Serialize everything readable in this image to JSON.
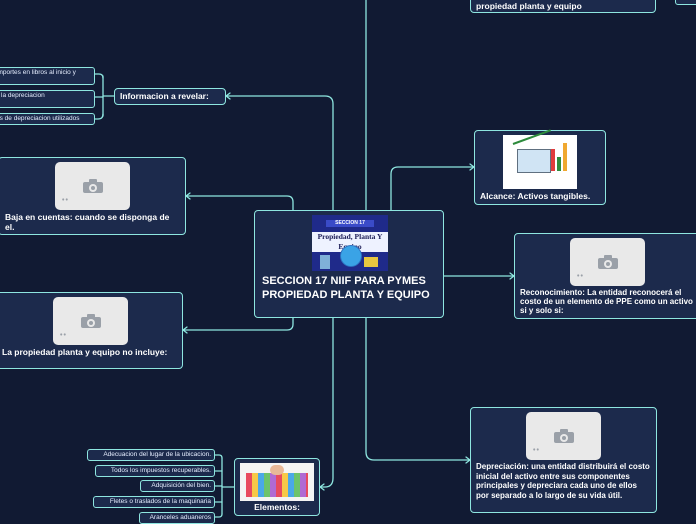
{
  "central": {
    "title": "SECCION 17 NIIF PARA PYMES PROPIEDAD PLANTA Y EQUIPO",
    "image_banner": "SECCION 17",
    "image_caption": "Propiedad, Planta Y Equipo"
  },
  "nodes": {
    "top_right": "propiedad planta y equipo",
    "informacion": "Informacion a revelar:",
    "baja": "Baja en cuentas: cuando se disponga de el.",
    "alcance": "Alcance: Activos tangibles.",
    "reconocimiento": "Reconocimiento: La entidad reconocerá el costo de un elemento de PPE como un activo si y solo si:",
    "no_incluye": "La propiedad planta y equipo no incluye:",
    "depreciacion": "Depreciación: una entidad distribuirá el costo inicial del activo entre sus componentes principales y depreciara cada uno de ellos por separado a lo largo de su vida útil.",
    "elementos": "Elementos:"
  },
  "informacion_items": [
    "importes en libros al inicio y",
    "y la depreciacion",
    "os de depreciacion utilizados"
  ],
  "elementos_items": [
    "Adecuacion del lugar de la ubicacion.",
    "Todos los impuestos recuperables.",
    "Adquisición del bien.",
    "Fletes o traslados de la maquinaria",
    "Aranceles aduaneros"
  ],
  "colors": {
    "background": "#111a33",
    "node_fill": "#1c2a4c",
    "connector": "#8ee6e0"
  }
}
